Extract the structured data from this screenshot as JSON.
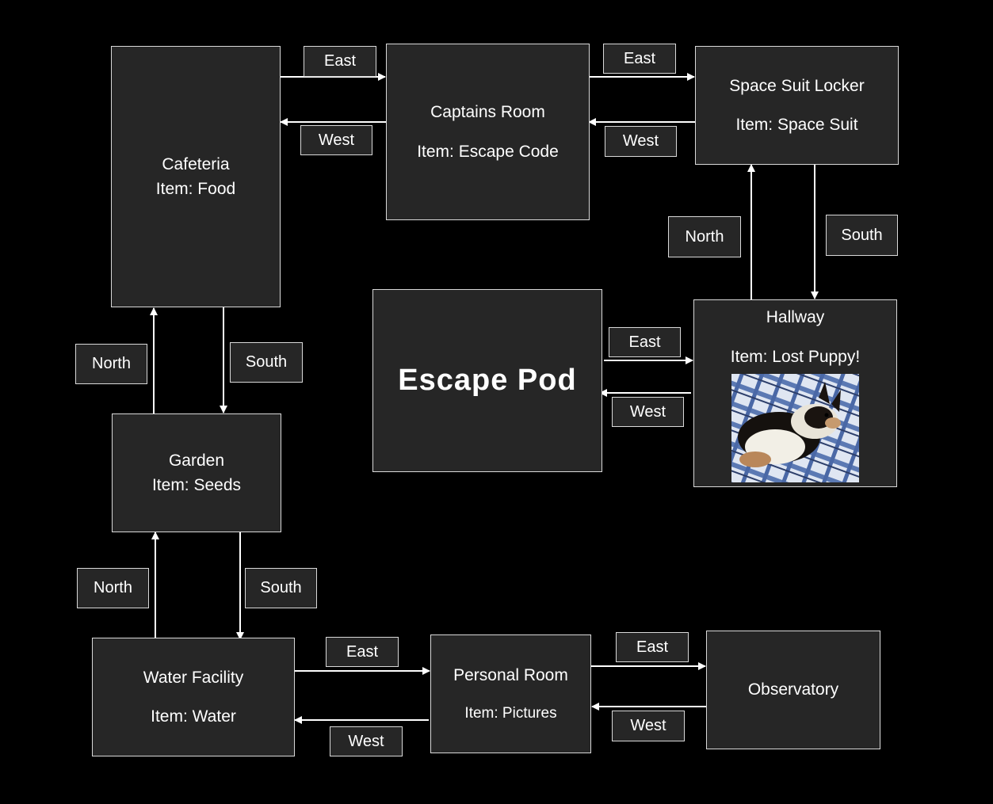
{
  "rooms": {
    "cafeteria": {
      "name": "Cafeteria",
      "item": "Item: Food"
    },
    "captains_room": {
      "name": "Captains Room",
      "item": "Item: Escape Code"
    },
    "space_suit_locker": {
      "name": "Space Suit Locker",
      "item": "Item: Space Suit"
    },
    "escape_pod": {
      "name": "Escape Pod"
    },
    "hallway": {
      "name": "Hallway",
      "item": "Item: Lost Puppy!"
    },
    "garden": {
      "name": "Garden",
      "item": "Item: Seeds"
    },
    "water_facility": {
      "name": "Water Facility",
      "item": "Item: Water"
    },
    "personal_room": {
      "name": "Personal Room",
      "item": "Item: Pictures"
    },
    "observatory": {
      "name": "Observatory"
    }
  },
  "directions": {
    "east": "East",
    "west": "West",
    "north": "North",
    "south": "South"
  },
  "colors": {
    "background": "#000000",
    "box_fill": "#262626",
    "box_border": "#d9d9d9",
    "arrow": "#ffffff"
  }
}
